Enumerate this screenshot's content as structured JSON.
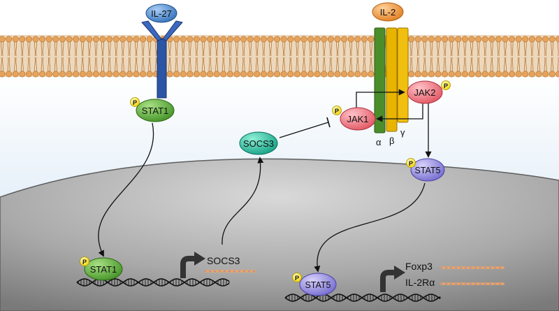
{
  "ligands": {
    "il27": "IL-27",
    "il2": "IL-2"
  },
  "receptor_subunits": {
    "alpha": "α",
    "beta": "β",
    "gamma": "γ"
  },
  "kinases": {
    "jak1": "JAK1",
    "jak2": "JAK2"
  },
  "transcription_factors": {
    "stat1_membrane": "STAT1",
    "stat1_nucleus": "STAT1",
    "stat5_cytoplasm": "STAT5",
    "stat5_nucleus": "STAT5"
  },
  "socs3_protein": "SOCS3",
  "phospho_mark": "P",
  "genes": {
    "socs3": "SOCS3",
    "foxp3": "Foxp3",
    "il2ra": "IL-2Rα"
  },
  "colors": {
    "membrane": "#e8c9a3",
    "cytoplasm_top": "#ffffff",
    "cytoplasm_bottom": "#c9dff2",
    "nucleus": "#a9a9a9",
    "il27_ligand": "#3a78c4",
    "il2_ligand": "#e38a2c",
    "stat1": "#5fb43c",
    "stat5": "#8f86e0",
    "jak": "#ea5a68",
    "socs3": "#1db89a",
    "phospho": "#ffe800",
    "alpha_chain": "#4b8d2a",
    "beta_gamma_chain": "#e8b400",
    "il27_receptor": "#2c55a3"
  }
}
